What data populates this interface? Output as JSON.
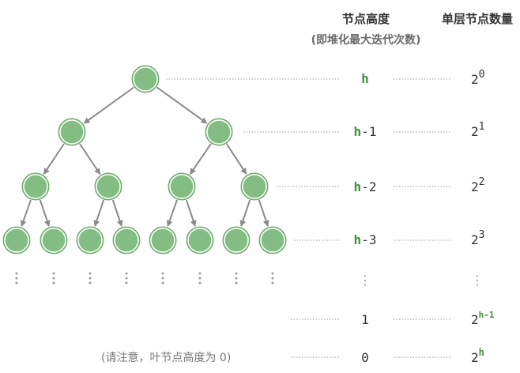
{
  "header": {
    "height_title": "节点高度",
    "height_subtitle": "(即堆化最大迭代次数)",
    "count_title": "单层节点数量"
  },
  "note": "(请注意，叶节点高度为 0)",
  "rows": [
    {
      "h_main": "h",
      "h_suffix": "",
      "count_base": "2",
      "count_exp": "0"
    },
    {
      "h_main": "h",
      "h_suffix": "-1",
      "count_base": "2",
      "count_exp": "1"
    },
    {
      "h_main": "h",
      "h_suffix": "-2",
      "count_base": "2",
      "count_exp": "2"
    },
    {
      "h_main": "h",
      "h_suffix": "-3",
      "count_base": "2",
      "count_exp": "3"
    },
    {
      "h_main": "⋮",
      "h_suffix": "",
      "count_base": "⋮",
      "count_exp": ""
    },
    {
      "h_main": "1",
      "h_suffix": "",
      "count_base": "2",
      "count_exp": "h-1"
    },
    {
      "h_main": "0",
      "h_suffix": "",
      "count_base": "2",
      "count_exp": "h"
    }
  ],
  "colors": {
    "node_fill": "#83bd83",
    "node_stroke": "#ffffff",
    "node_ring": "#6aa86a",
    "edge": "#8a8a8a",
    "accent_green": "#3f8f3f",
    "text": "#333333",
    "dots": "#9a9a9a"
  }
}
